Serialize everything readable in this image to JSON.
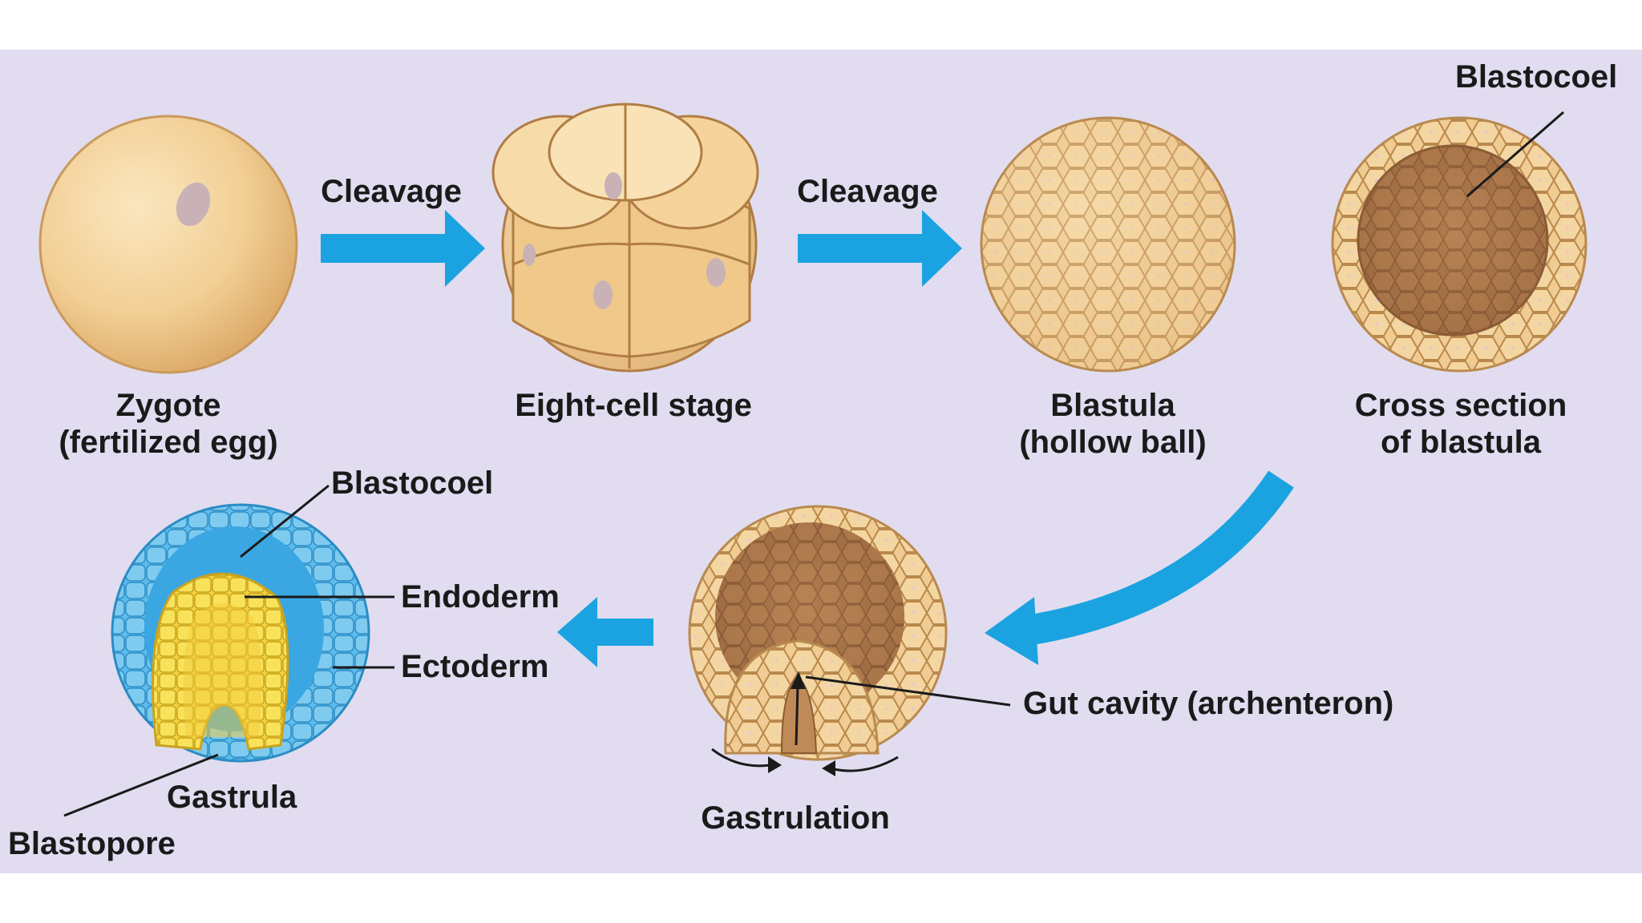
{
  "stages": {
    "zygote": {
      "line1": "Zygote",
      "line2": "(fertilized egg)"
    },
    "eight_cell": {
      "label": "Eight-cell stage"
    },
    "blastula": {
      "line1": "Blastula",
      "line2": "(hollow ball)"
    },
    "cross_section": {
      "line1": "Cross section",
      "line2": "of blastula"
    },
    "gastrulation": {
      "label": "Gastrulation"
    },
    "gastrula": {
      "label": "Gastrula"
    }
  },
  "processes": {
    "cleavage_1": "Cleavage",
    "cleavage_2": "Cleavage"
  },
  "callouts": {
    "blastocoel_top": "Blastocoel",
    "blastocoel_gastrula": "Blastocoel",
    "endoderm": "Endoderm",
    "ectoderm": "Ectoderm",
    "gut_cavity": "Gut cavity (archenteron)",
    "blastopore": "Blastopore"
  },
  "colors": {
    "background": "#e2dcf0",
    "arrow": "#1aa3e0",
    "egg": "#f3d29c",
    "cell_outline": "#b98a4e",
    "ectoderm": "#4fb6ea",
    "endoderm": "#f5dc3a"
  }
}
